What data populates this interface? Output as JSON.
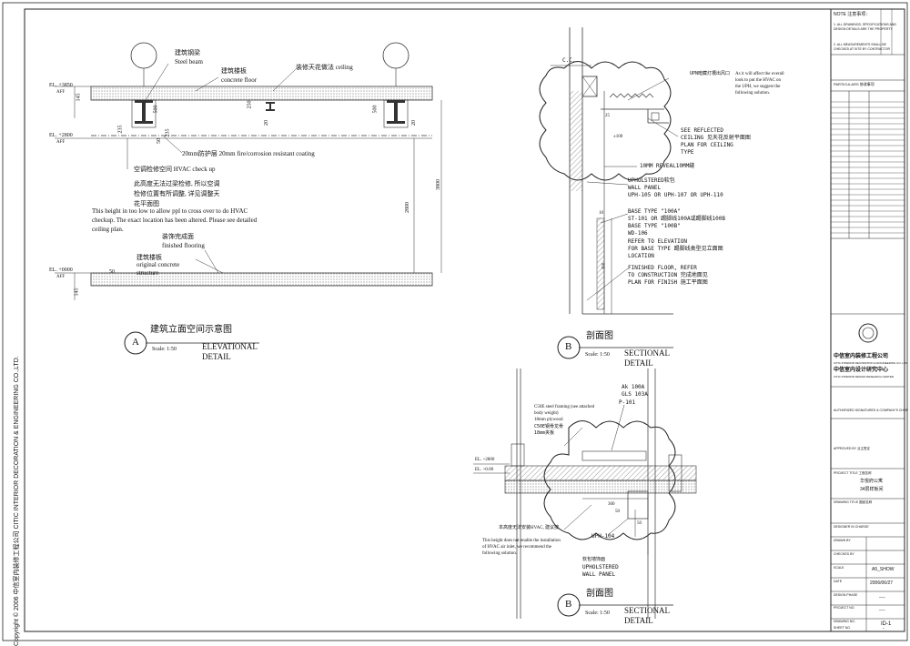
{
  "copyright": "Copyright © 2006  中信室内装修工程公司    CITIC INTERIOR DECORATION & ENGINEERING CO.,LTD.",
  "notes": {
    "header": "NOTE 注意事项：",
    "lines": [
      "1. ALL DRAWINGS, SPECIFICATIONS AND",
      "DESIGN DETAILS ARE THE PROPERTY",
      "2. ALL MEASUREMENTS SHALL BE",
      "CHECKED AT SITE BY CONTRACTOR"
    ],
    "revision_header": "PARTICULARS  修改事项"
  },
  "company": {
    "name_cn": "中信室内装修工程公司",
    "name_en": "CITIC INTERIOR DECORATION & ENGINEERING CO.,LTD.",
    "design_center_cn": "中信室内设计研究中心",
    "design_center_en": "CITIC INTERIOR DESIGN RESEARCH CENTER"
  },
  "titleblock": {
    "authorized": "AUTHORIZED SIGNATURES &\nCOMPANY'S CHOP",
    "approved_by": "APPROVED BY  业主签定",
    "project_title_label": "PROJECT TITLE  工程名称",
    "project_title": "华悦府公寓",
    "project_sub": "34层样板间",
    "drawing_title_label": "DRAWING TITLE  图纸名称",
    "designer_label": "DESIGNER IN CHARGE",
    "drawn_label": "DRAWN BY",
    "checked_label": "CHECKED BY",
    "scale_label": "SCALE",
    "scale_value": "A5_SHOW",
    "date_label": "DATE",
    "date_value": "2006/06/27",
    "stage_label": "DESIGN PHASE",
    "stage_value": "----",
    "project_no_label": "PROJECT NO.",
    "project_no_value": "----",
    "drawing_no_label": "DRAWING NO.",
    "drawing_no_value": "ID-1",
    "sheet_label": "SHEET NO.",
    "sheet_value": "-"
  },
  "detail_a": {
    "letter": "A",
    "title_cn": "建筑立面空间示意图",
    "title_en_1": "ELEVATIONAL",
    "title_en_2": "DETAIL",
    "scale": "Scale:  1:50",
    "levels": [
      "EL. +3850",
      "AFF",
      "EL. +2800",
      "AFF",
      "EL. +0000",
      "AFF"
    ],
    "labels": {
      "steel_beam_cn": "建筑钢梁",
      "steel_beam_en": "Steel beam",
      "concrete_floor_cn": "建筑楼板",
      "concrete_floor_en": "concrete floor",
      "ceiling": "装修天花做法  ceiling",
      "coating": "20mm防护层 20mm fire/corrosion resistant coating",
      "hvac": "空调检修空间 HVAC check up",
      "note_cn_1": "此高度无法过梁检修, 所以空调",
      "note_cn_2": "检修位置有所调整, 详见调整天",
      "note_cn_3": "花平面图",
      "note_en_1": "This height in too low to allow ppl to cross over to do HVAC",
      "note_en_2": "checkup. The exact location has been altered. Please see detailed",
      "note_en_3": "ceiling plan.",
      "finished_cn": "装饰完成面",
      "finished_en": "finished flooring",
      "original_cn": "建筑楼板",
      "original_en_1": "original concrete",
      "original_en_2": "structure"
    },
    "dims": [
      "145",
      "500",
      "235",
      "50",
      "235",
      "250",
      "20",
      "500",
      "20",
      "2800",
      "3800",
      "50",
      "145"
    ]
  },
  "detail_b1": {
    "letter": "B",
    "title_cn": "剖面图",
    "title_en_1": "SECTIONAL",
    "title_en_2": "DETAIL",
    "scale": "Scale:  1:50",
    "labels": {
      "dim_top": "C.C.",
      "upn_note": "UPN暗藏灯槽出风口",
      "hvac_en_1": "As it will affect the overall",
      "hvac_en_2": "look to put the HVAC on",
      "hvac_en_3": "the UPH, we suggest the",
      "hvac_en_4": "following solution.",
      "see_refl_1": "SEE REFLECTED",
      "see_refl_2": "CEILING  见天花反射平面图",
      "see_refl_3": "PLAN FOR CEILING",
      "see_refl_4": "TYPE",
      "reveal": "10MM REVEAL10MM缝",
      "uph_1": "UPHOLSTERED软包",
      "uph_2": "WALL PANEL",
      "uph_3": "UPH-105 OR UPH-107 OR UPH-110",
      "base_1": "BASE TYPE \"100A\"",
      "base_2": "ST-101 OR 踢脚线100A或踢脚线100B",
      "base_3": "BASE TYPE \"100B\"",
      "base_4": "WD-106",
      "base_5": "REFER TO ELEVATION",
      "base_6": "FOR BASE TYPE 踢脚线类型见立面图",
      "base_7": "LOCATION",
      "floor_1": "FINISHED FLOOR, REFER",
      "floor_2": "TO CONSTRUCTION 完成地面见",
      "floor_3": "PLAN FOR FINISH 施工平面图"
    },
    "dims": [
      "25",
      "±100",
      "10",
      "300"
    ]
  },
  "detail_b2": {
    "letter": "B",
    "title_cn": "剖面图",
    "title_en_1": "SECTIONAL",
    "title_en_2": "DETAIL",
    "scale": "Scale:  1:50",
    "levels": [
      "EL. +2800",
      "EL. +0.00"
    ],
    "labels": {
      "base_a": "Ak  100A",
      "base_b": "GLS  103A",
      "pd": "P-101",
      "steel_1": "C50E steel framing (see attached",
      "steel_2": "body weight)",
      "steel_3": "18mm plywood",
      "steel_4": "C50E钢骨龙骨",
      "steel_5": "18mm夹板",
      "hvac_cn": "本高度无法安装HVAC, 建议按",
      "hvac_en_1": "This height does not enable the installation",
      "hvac_en_2": "of HVAC air inlet, we recommend the",
      "hvac_en_3": "following solution.",
      "uph_tag": "UPH-104",
      "uph_1": "软包墙饰面",
      "uph_2": "UPHOLSTERED",
      "uph_3": "WALL PANEL"
    },
    "dims": [
      "300",
      "50",
      "50"
    ]
  }
}
